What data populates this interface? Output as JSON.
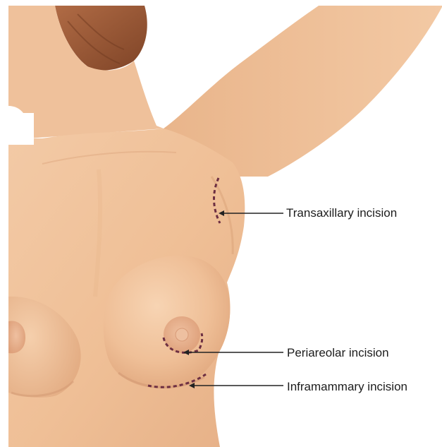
{
  "labels": {
    "transaxillary": "Transaxillary incision",
    "periareolar": "Periareolar incision",
    "inframammary": "Inframammary incision"
  },
  "colors": {
    "background": "#ffffff",
    "skin": "#f0c29b",
    "skin_shadow": "#dca57c",
    "skin_highlight": "#f6d3b2",
    "areola": "#e3a983",
    "hair": "#9a5a38",
    "incision_dash": "#6d2f42",
    "leader_line": "#222222",
    "label_text": "#1c1c1c"
  }
}
